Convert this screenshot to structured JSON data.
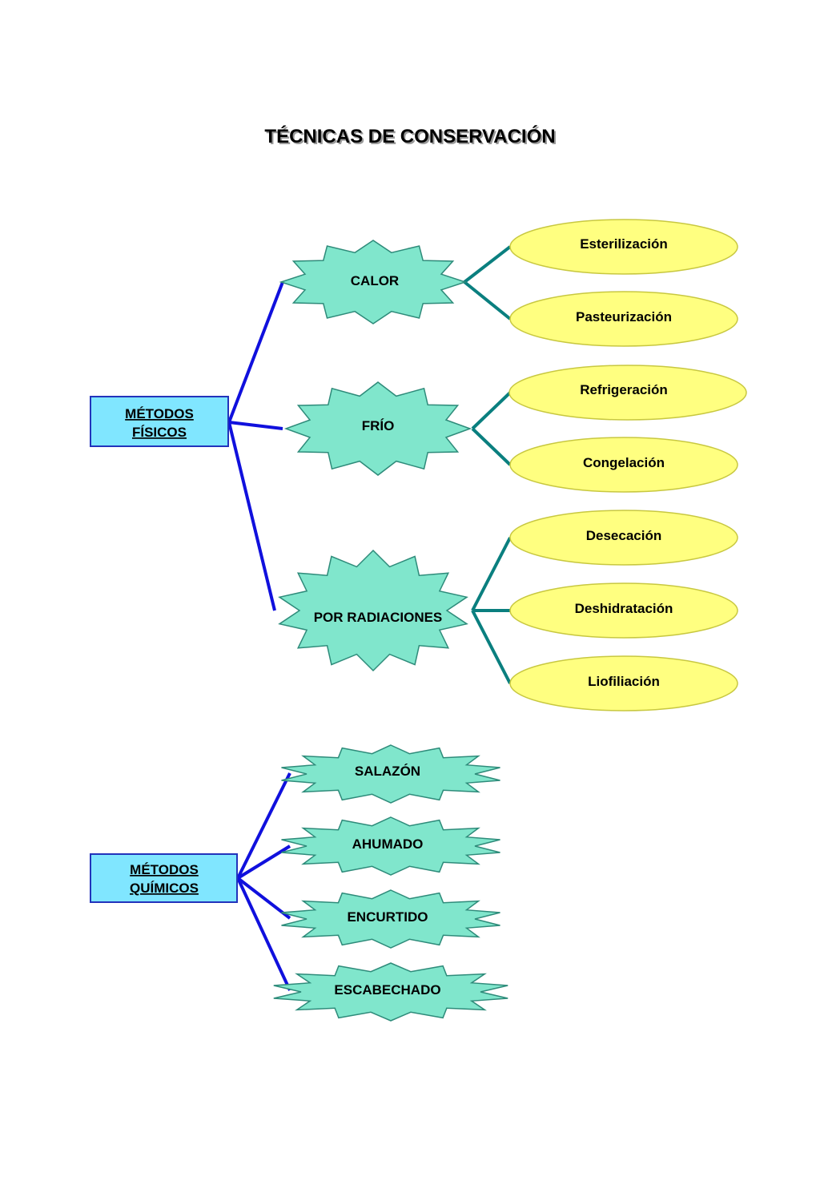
{
  "title": "TÉCNICAS DE CONSERVACIÓN",
  "colors": {
    "category_box_fill": "#80e6ff",
    "category_box_stroke": "#2233bb",
    "star_fill": "#80e6cc",
    "star_stroke": "#2e8b7a",
    "ellipse_fill": "#ffff80",
    "ellipse_stroke": "#c8c840",
    "category_connector": "#1010dd",
    "leaf_connector": "#0a7f7f"
  },
  "physical": {
    "label_line1": "MÉTODOS",
    "label_line2": "FÍSICOS",
    "groups": [
      {
        "label": "CALOR",
        "items": [
          "Esterilización",
          "Pasteurización"
        ]
      },
      {
        "label": "FRÍO",
        "items": [
          "Refrigeración",
          "Congelación"
        ]
      },
      {
        "label": "POR RADIACIONES",
        "items": [
          "Desecación",
          "Deshidratación",
          "Liofiliación"
        ]
      }
    ]
  },
  "chemical": {
    "label_line1": "MÉTODOS",
    "label_line2": "QUÍMICOS",
    "items": [
      "SALAZÓN",
      "AHUMADO",
      "ENCURTIDO",
      "ESCABECHADO"
    ]
  }
}
